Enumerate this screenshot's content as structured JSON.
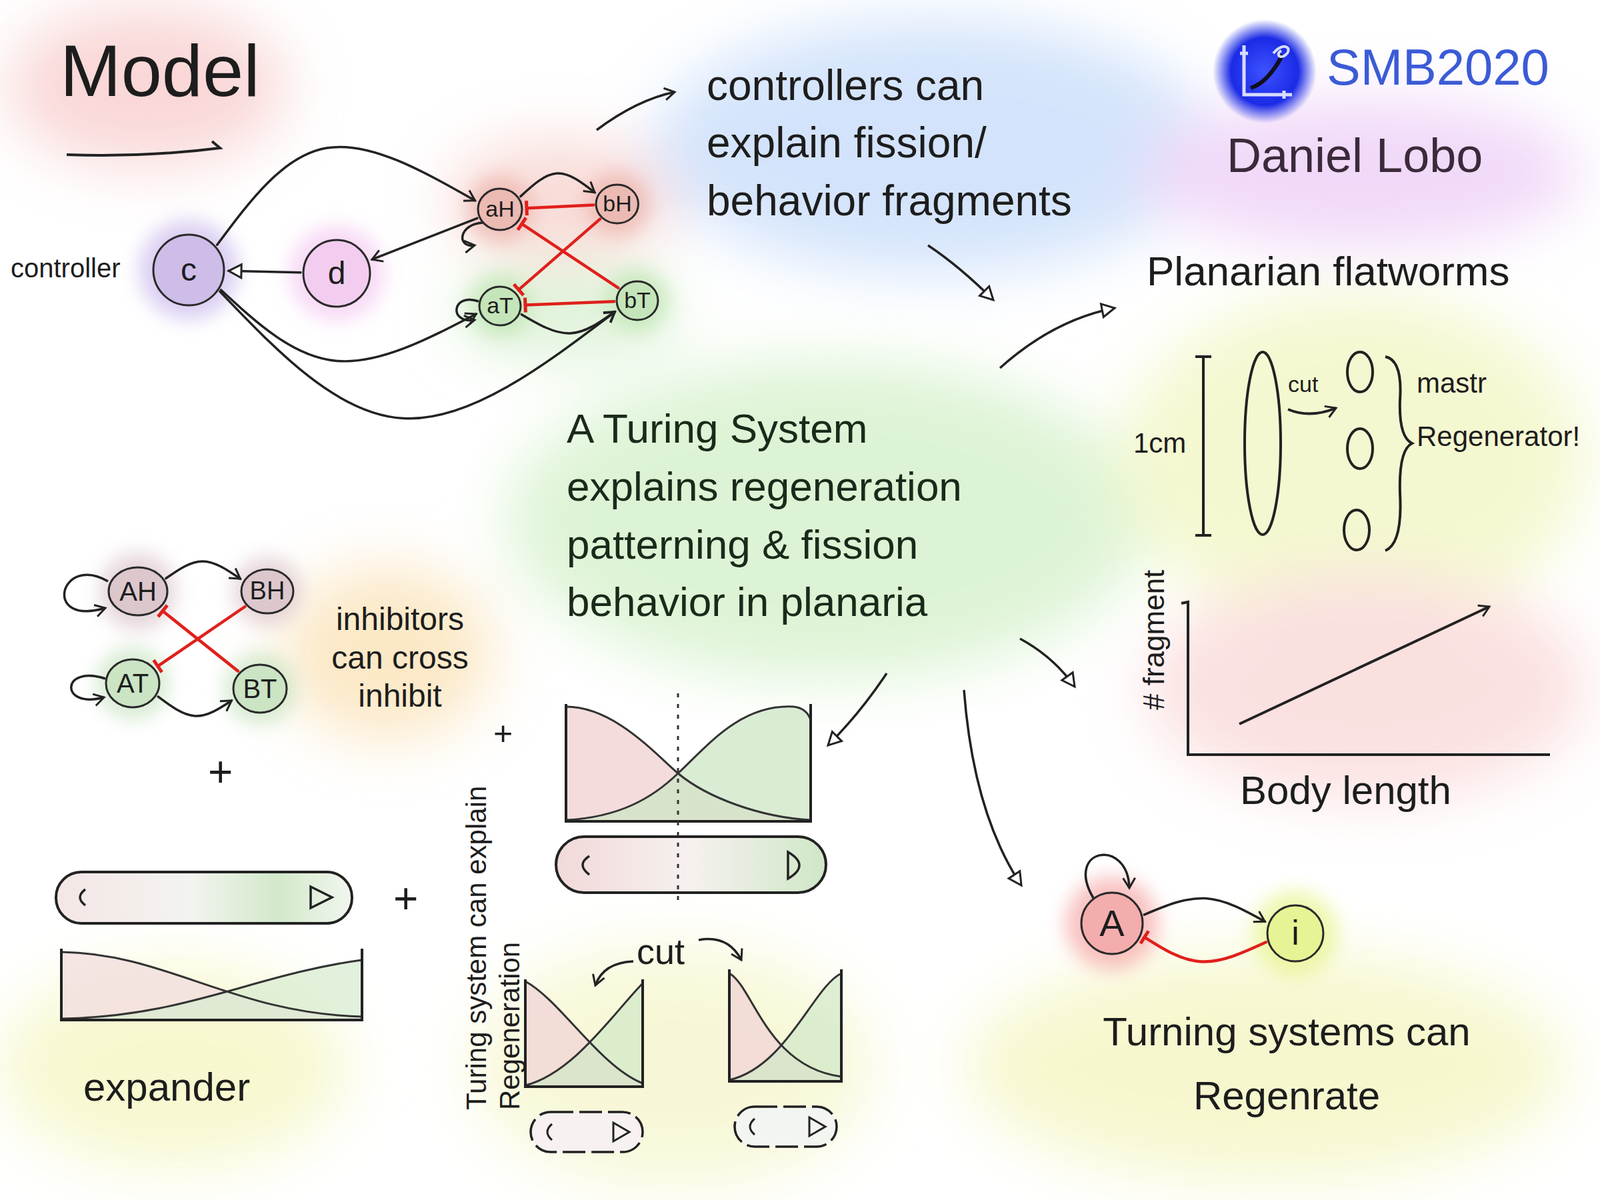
{
  "diagram": {
    "nodes": [
      {
        "text": [
          "c"
        ]
      },
      {
        "text": [
          "d"
        ]
      },
      {
        "text": [
          "aH"
        ]
      },
      {
        "text": [
          "bH"
        ]
      },
      {
        "text": [
          "aT"
        ]
      },
      {
        "text": [
          "bT"
        ]
      },
      {
        "text": [
          "AH"
        ]
      },
      {
        "text": [
          "BH"
        ]
      },
      {
        "text": [
          "AT"
        ]
      },
      {
        "text": [
          "BT"
        ]
      },
      {
        "text": [
          "A"
        ]
      },
      {
        "text": [
          "i"
        ]
      }
    ],
    "edges": [
      {
        "from": 1,
        "to": 0,
        "arrow": "to"
      },
      {
        "from": 0,
        "to": 2,
        "arrow": "to"
      },
      {
        "from": 2,
        "to": 3,
        "arrow": "to"
      },
      {
        "from": 2,
        "to": 1,
        "arrow": "to"
      },
      {
        "from": 0,
        "to": 4,
        "arrow": "to"
      },
      {
        "from": 0,
        "to": 5,
        "arrow": "to"
      },
      {
        "from": 4,
        "to": 5,
        "arrow": "to"
      },
      {
        "from": 3,
        "to": 2,
        "arrow": "to"
      },
      {
        "from": 5,
        "to": 4,
        "arrow": "to"
      },
      {
        "from": 3,
        "to": 4,
        "arrow": "to"
      },
      {
        "from": 5,
        "to": 2,
        "arrow": "to"
      },
      {
        "from": 6,
        "to": 7,
        "arrow": "to"
      },
      {
        "from": 8,
        "to": 9,
        "arrow": "to"
      },
      {
        "from": 7,
        "to": 8,
        "arrow": "to"
      },
      {
        "from": 9,
        "to": 6,
        "arrow": "to"
      },
      {
        "from": 10,
        "to": 11,
        "arrow": "to"
      },
      {
        "from": 11,
        "to": 10,
        "arrow": "to"
      }
    ],
    "labels": [
      "Model",
      "SMB2020",
      "Daniel Lobo",
      "controller",
      "controllers can explain fission/ behavior fragments",
      "Planarian flatworms",
      "1cm",
      "cut",
      "mastr Regenerator!",
      "A Turing System explains regeneration patterning & fission behavior in planaria",
      "# fragment",
      "Body length",
      "inhibitors can cross inhibit",
      "+",
      "+",
      "Turing system can explain Regeneration",
      "+",
      "cut",
      "expander",
      "Turning systems can Regenrate"
    ]
  }
}
